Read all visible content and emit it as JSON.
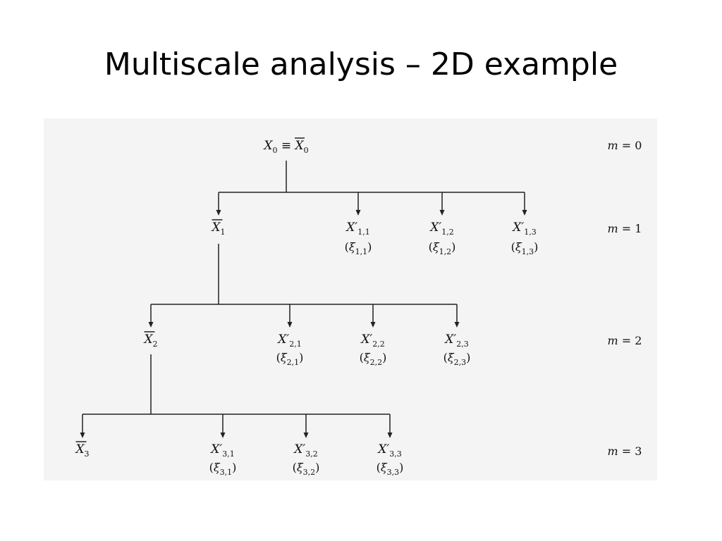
{
  "slide": {
    "title": "Multiscale analysis – 2D example"
  },
  "tree": {
    "root": {
      "label": "X",
      "sub": "0",
      "equiv": "≡",
      "bar_label": "X",
      "bar_sub": "0"
    },
    "levels": [
      {
        "m_label": "m = 0",
        "approx": null,
        "details": []
      },
      {
        "m_label": "m = 1",
        "approx": {
          "label": "X",
          "sub": "1"
        },
        "details": [
          {
            "label": "X′",
            "sub": "1,1",
            "coef": "ξ",
            "coef_sub": "1,1"
          },
          {
            "label": "X′",
            "sub": "1,2",
            "coef": "ξ",
            "coef_sub": "1,2"
          },
          {
            "label": "X′",
            "sub": "1,3",
            "coef": "ξ",
            "coef_sub": "1,3"
          }
        ]
      },
      {
        "m_label": "m = 2",
        "approx": {
          "label": "X",
          "sub": "2"
        },
        "details": [
          {
            "label": "X′",
            "sub": "2,1",
            "coef": "ξ",
            "coef_sub": "2,1"
          },
          {
            "label": "X′",
            "sub": "2,2",
            "coef": "ξ",
            "coef_sub": "2,2"
          },
          {
            "label": "X′",
            "sub": "2,3",
            "coef": "ξ",
            "coef_sub": "2,3"
          }
        ]
      },
      {
        "m_label": "m = 3",
        "approx": {
          "label": "X",
          "sub": "3"
        },
        "details": [
          {
            "label": "X′",
            "sub": "3,1",
            "coef": "ξ",
            "coef_sub": "3,1"
          },
          {
            "label": "X′",
            "sub": "3,2",
            "coef": "ξ",
            "coef_sub": "3,2"
          },
          {
            "label": "X′",
            "sub": "3,3",
            "coef": "ξ",
            "coef_sub": "3,3"
          }
        ]
      }
    ]
  }
}
